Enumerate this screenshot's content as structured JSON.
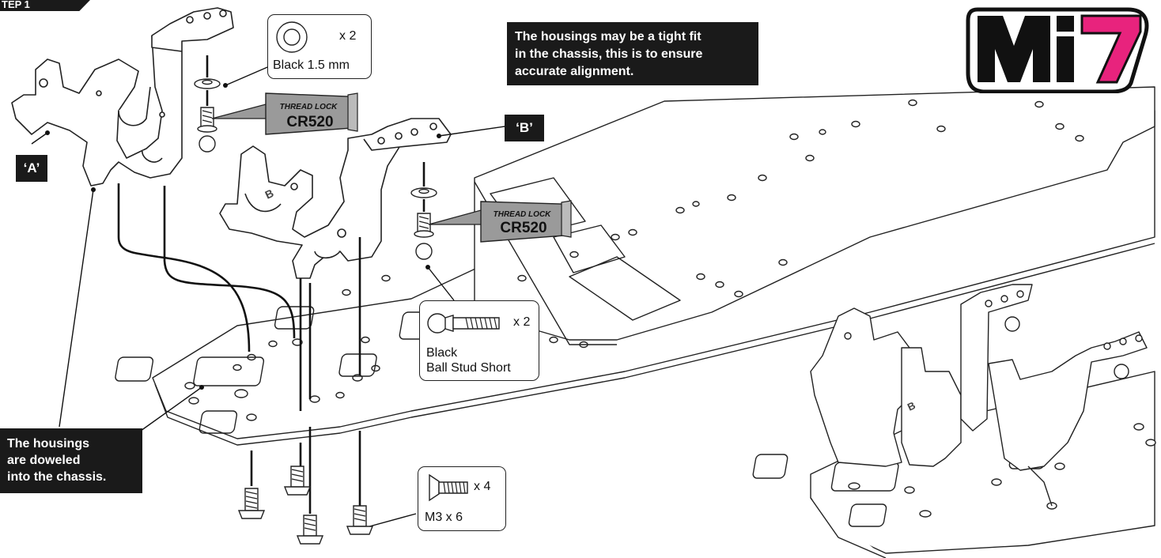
{
  "step": {
    "label": "TEP 1"
  },
  "logo": {
    "text_main": "Mi",
    "text_num": "7",
    "accent": "#e8237d"
  },
  "note_fit": {
    "line1": "The housings may be a tight fit",
    "line2": "in the chassis, this is to ensure",
    "line3": "accurate alignment."
  },
  "note_dowel": {
    "line1": "The housings",
    "line2": "are doweled",
    "line3": "into the chassis."
  },
  "label_a": "‘A’",
  "label_b": "‘B’",
  "thread_lock": {
    "brand": "THREAD LOCK",
    "code": "CR520"
  },
  "part_shim": {
    "qty": "x 2",
    "name": "Black 1.5 mm"
  },
  "part_ballstud": {
    "qty": "x 2",
    "line1": "Black",
    "line2": "Ball Stud Short"
  },
  "part_screw": {
    "qty": "x 4",
    "name": "M3 x 6"
  },
  "housing_mark": "B",
  "colors": {
    "ink": "#1a1a1a",
    "tube": "#9a9a9a",
    "accent": "#e8237d"
  }
}
